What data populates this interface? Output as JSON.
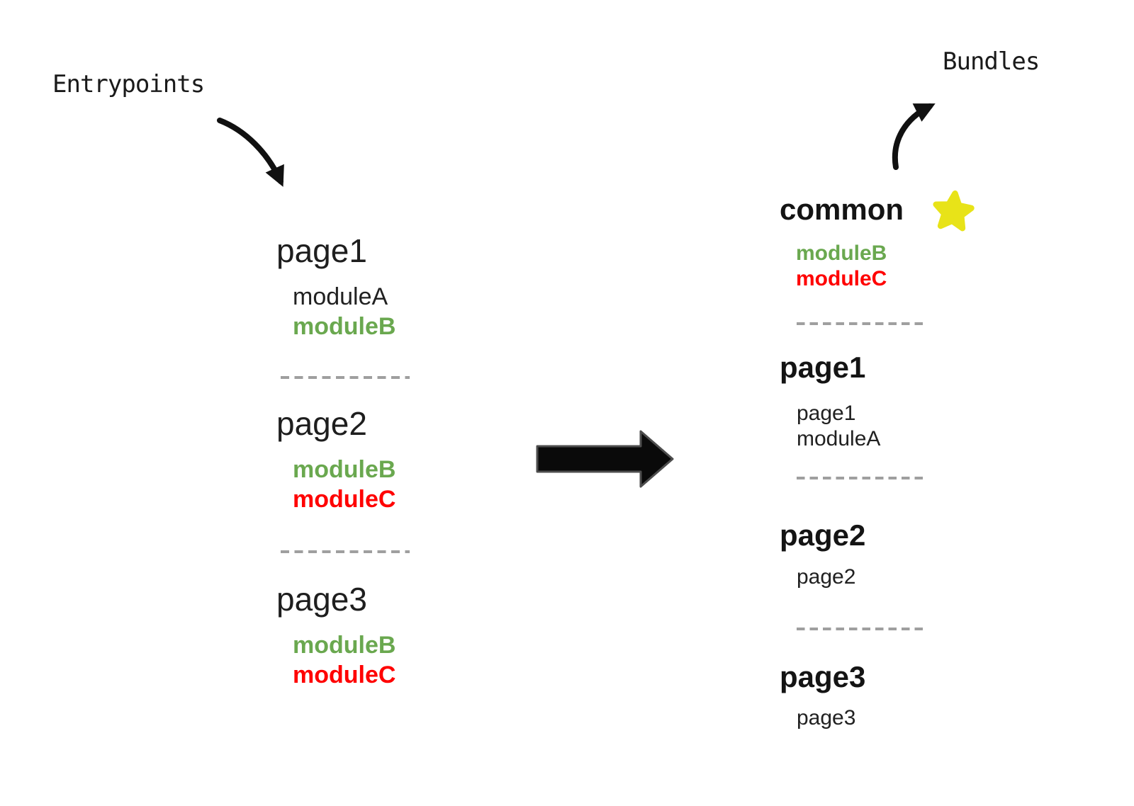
{
  "diagram": {
    "entrypoints": {
      "label": "Entrypoints",
      "sections": [
        {
          "title": "page1",
          "modules": [
            {
              "name": "moduleA",
              "color": "#212121"
            },
            {
              "name": "moduleB",
              "color": "#6aa84f"
            }
          ]
        },
        {
          "title": "page2",
          "modules": [
            {
              "name": "moduleB",
              "color": "#6aa84f"
            },
            {
              "name": "moduleC",
              "color": "#ff0000"
            }
          ]
        },
        {
          "title": "page3",
          "modules": [
            {
              "name": "moduleB",
              "color": "#6aa84f"
            },
            {
              "name": "moduleC",
              "color": "#ff0000"
            }
          ]
        }
      ]
    },
    "bundles": {
      "label": "Bundles",
      "sections": [
        {
          "title": "common",
          "icon": "star",
          "modules": [
            {
              "name": "moduleB",
              "color": "#6aa84f"
            },
            {
              "name": "moduleC",
              "color": "#ff0000"
            }
          ]
        },
        {
          "title": "page1",
          "modules": [
            {
              "name": "page1",
              "color": "#212121"
            },
            {
              "name": "moduleA",
              "color": "#212121"
            }
          ]
        },
        {
          "title": "page2",
          "modules": [
            {
              "name": "page2",
              "color": "#212121"
            }
          ]
        },
        {
          "title": "page3",
          "modules": [
            {
              "name": "page3",
              "color": "#212121"
            }
          ]
        }
      ]
    },
    "colors": {
      "text": "#1e1e1e",
      "module_green": "#6aa84f",
      "module_red": "#ff0000",
      "star": "#e8e318",
      "divider": "#9f9f9f",
      "arrow": "#111111"
    }
  }
}
